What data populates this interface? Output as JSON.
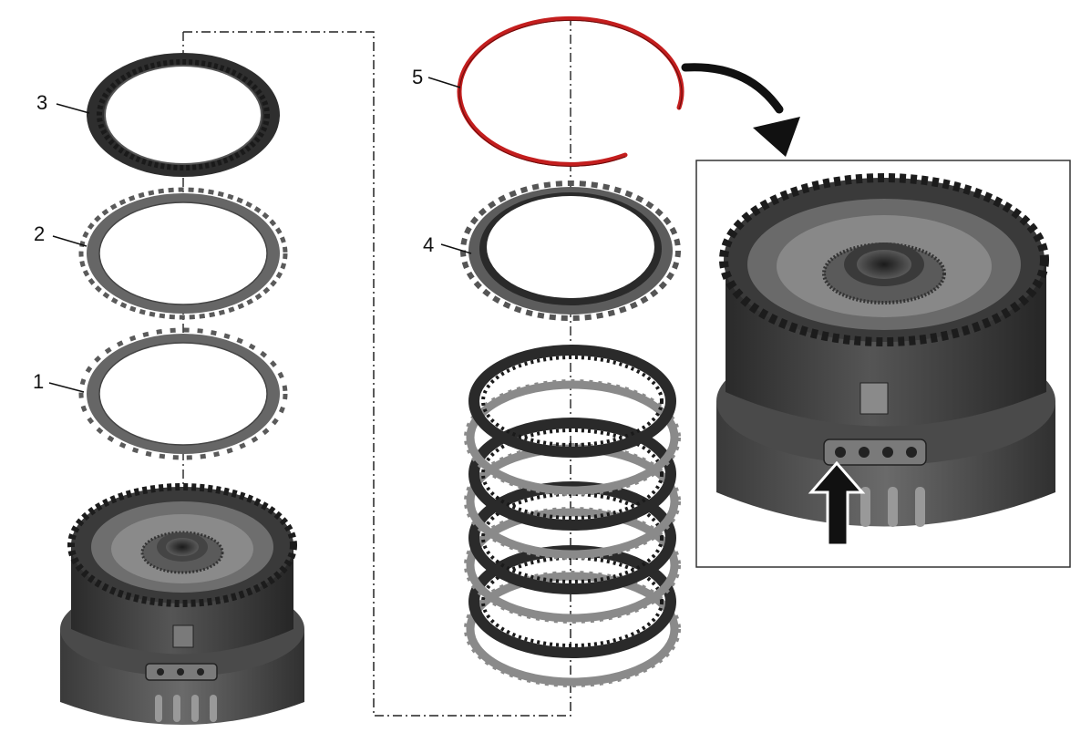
{
  "callouts": [
    {
      "id": "1",
      "label": "1"
    },
    {
      "id": "2",
      "label": "2"
    },
    {
      "id": "3",
      "label": "3"
    },
    {
      "id": "4",
      "label": "4"
    },
    {
      "id": "5",
      "label": "5"
    }
  ],
  "colors": {
    "snap_ring": "#c41e1e",
    "plate_dark": "#2b2b2b",
    "plate_mid": "#595959",
    "plate_light": "#7a7a7a",
    "housing": "#3d3d3d",
    "centerline": "#222222"
  },
  "icons": {
    "rotate_arrow": "curved-arrow-icon",
    "up_arrow": "up-arrow-icon"
  }
}
